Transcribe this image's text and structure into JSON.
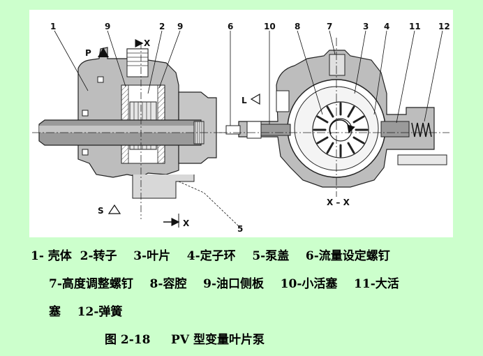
{
  "diagram": {
    "callouts": [
      {
        "id": "c1",
        "text": "1"
      },
      {
        "id": "c9a",
        "text": "9"
      },
      {
        "id": "c2",
        "text": "2"
      },
      {
        "id": "c9b",
        "text": "9"
      },
      {
        "id": "c6",
        "text": "6"
      },
      {
        "id": "c10",
        "text": "10"
      },
      {
        "id": "c8",
        "text": "8"
      },
      {
        "id": "c7",
        "text": "7"
      },
      {
        "id": "c3",
        "text": "3"
      },
      {
        "id": "c4",
        "text": "4"
      },
      {
        "id": "c11",
        "text": "11"
      },
      {
        "id": "c12",
        "text": "12"
      },
      {
        "id": "c5",
        "text": "5"
      }
    ],
    "port_labels": {
      "P": "P",
      "S": "S",
      "L": "L"
    },
    "section_marks": {
      "top": "X",
      "bottom": "X",
      "view": "X – X"
    }
  },
  "legend": {
    "line1": "1- 壳体  2-转子    3-叶片    4-定子环    5-泵盖    6-流量设定螺钉",
    "line2": "7-高度调整螺钉    8-容腔    9-油口侧板    10-小活塞    11-大活",
    "line3": "塞    12-弹簧"
  },
  "caption": "图 2-18     PV 型变量叶片泵"
}
